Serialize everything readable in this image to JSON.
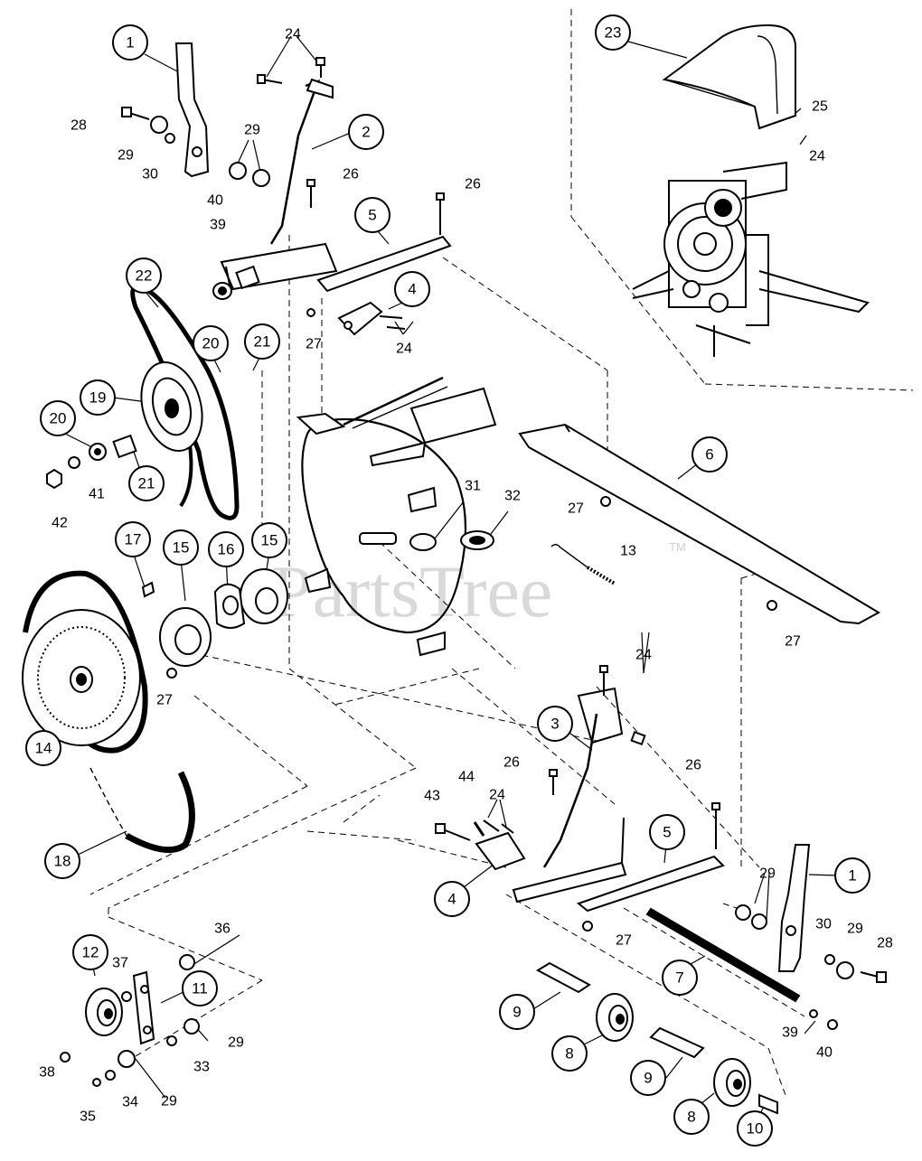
{
  "watermark": {
    "text": "PartsTree",
    "trademark": "TM"
  },
  "callouts": [
    {
      "label": "1"
    },
    {
      "label": "2"
    },
    {
      "label": "22"
    },
    {
      "label": "20"
    },
    {
      "label": "21"
    },
    {
      "label": "19"
    },
    {
      "label": "20"
    },
    {
      "label": "21"
    },
    {
      "label": "5"
    },
    {
      "label": "4"
    },
    {
      "label": "23"
    },
    {
      "label": "6"
    },
    {
      "label": "17"
    },
    {
      "label": "15"
    },
    {
      "label": "16"
    },
    {
      "label": "15"
    },
    {
      "label": "14"
    },
    {
      "label": "18"
    },
    {
      "label": "3"
    },
    {
      "label": "4"
    },
    {
      "label": "5"
    },
    {
      "label": "1"
    },
    {
      "label": "7"
    },
    {
      "label": "12"
    },
    {
      "label": "11"
    },
    {
      "label": "9"
    },
    {
      "label": "8"
    },
    {
      "label": "9"
    },
    {
      "label": "8"
    },
    {
      "label": "10"
    }
  ],
  "refs": [
    {
      "label": "24"
    },
    {
      "label": "28"
    },
    {
      "label": "29"
    },
    {
      "label": "30"
    },
    {
      "label": "29"
    },
    {
      "label": "26"
    },
    {
      "label": "40"
    },
    {
      "label": "39"
    },
    {
      "label": "26"
    },
    {
      "label": "27"
    },
    {
      "label": "24"
    },
    {
      "label": "25"
    },
    {
      "label": "24"
    },
    {
      "label": "41"
    },
    {
      "label": "42"
    },
    {
      "label": "31"
    },
    {
      "label": "32"
    },
    {
      "label": "27"
    },
    {
      "label": "13"
    },
    {
      "label": "27"
    },
    {
      "label": "27"
    },
    {
      "label": "24"
    },
    {
      "label": "26"
    },
    {
      "label": "43"
    },
    {
      "label": "44"
    },
    {
      "label": "24"
    },
    {
      "label": "26"
    },
    {
      "label": "29"
    },
    {
      "label": "27"
    },
    {
      "label": "30"
    },
    {
      "label": "29"
    },
    {
      "label": "28"
    },
    {
      "label": "39"
    },
    {
      "label": "40"
    },
    {
      "label": "36"
    },
    {
      "label": "37"
    },
    {
      "label": "38"
    },
    {
      "label": "29"
    },
    {
      "label": "33"
    },
    {
      "label": "34"
    },
    {
      "label": "29"
    },
    {
      "label": "35"
    }
  ]
}
